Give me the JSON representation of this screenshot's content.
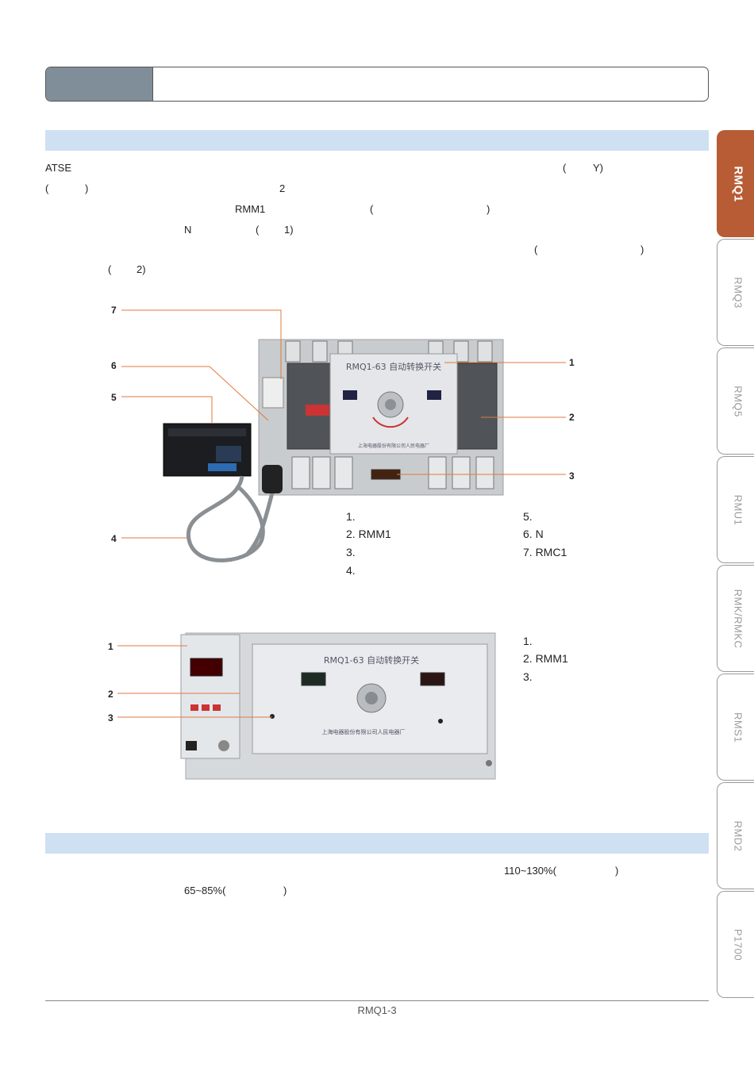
{
  "header": {
    "title": ""
  },
  "side_tabs": [
    {
      "label": "RMQ1",
      "active": true
    },
    {
      "label": "RMQ3",
      "active": false
    },
    {
      "label": "RMQ5",
      "active": false
    },
    {
      "label": "RMU1",
      "active": false
    },
    {
      "label": "RMK/RMKC",
      "active": false
    },
    {
      "label": "RMS1",
      "active": false
    },
    {
      "label": "RMD2",
      "active": false
    },
    {
      "label": "P1700",
      "active": false
    }
  ],
  "intro": {
    "l1_a": "ATSE",
    "l1_b": "(",
    "l1_c": "Y)",
    "l2_a": "(",
    "l2_b": ")",
    "l2_c": "2",
    "l3_a": "RMM1",
    "l3_b": "(",
    "l3_c": ")",
    "l4_a": "N",
    "l4_b": "(",
    "l4_c": "1)",
    "l5_a": "(",
    "l5_b": ")",
    "l6_a": "(",
    "l6_b": "2)"
  },
  "figure1": {
    "callouts": [
      "7",
      "6",
      "5",
      "4",
      "1",
      "2",
      "3"
    ],
    "legend_left": [
      "1.",
      "2.  RMM1",
      "3.",
      "4."
    ],
    "legend_right": [
      "5.",
      "6.  N",
      "7. RMC1"
    ],
    "panel_text": "RMQ1-63 自动转换开关",
    "panel_sub": "上海电器股份有限公司人民电器厂"
  },
  "figure2": {
    "callouts": [
      "1",
      "2",
      "3"
    ],
    "legend": [
      "1.",
      "2. RMM1",
      "3."
    ],
    "panel_text": "RMQ1-63 自动转换开关",
    "panel_sub": "上海电器股份有限公司人民电器厂"
  },
  "section2": {
    "l1": "110~130%(",
    "l1_b": ")",
    "l2": "65~85%(",
    "l2_b": ")"
  },
  "footer": {
    "page": "RMQ1-3"
  },
  "colors": {
    "accent": "#b75c35",
    "section": "#cfe0f2",
    "callout_line": "#e07a3c"
  }
}
